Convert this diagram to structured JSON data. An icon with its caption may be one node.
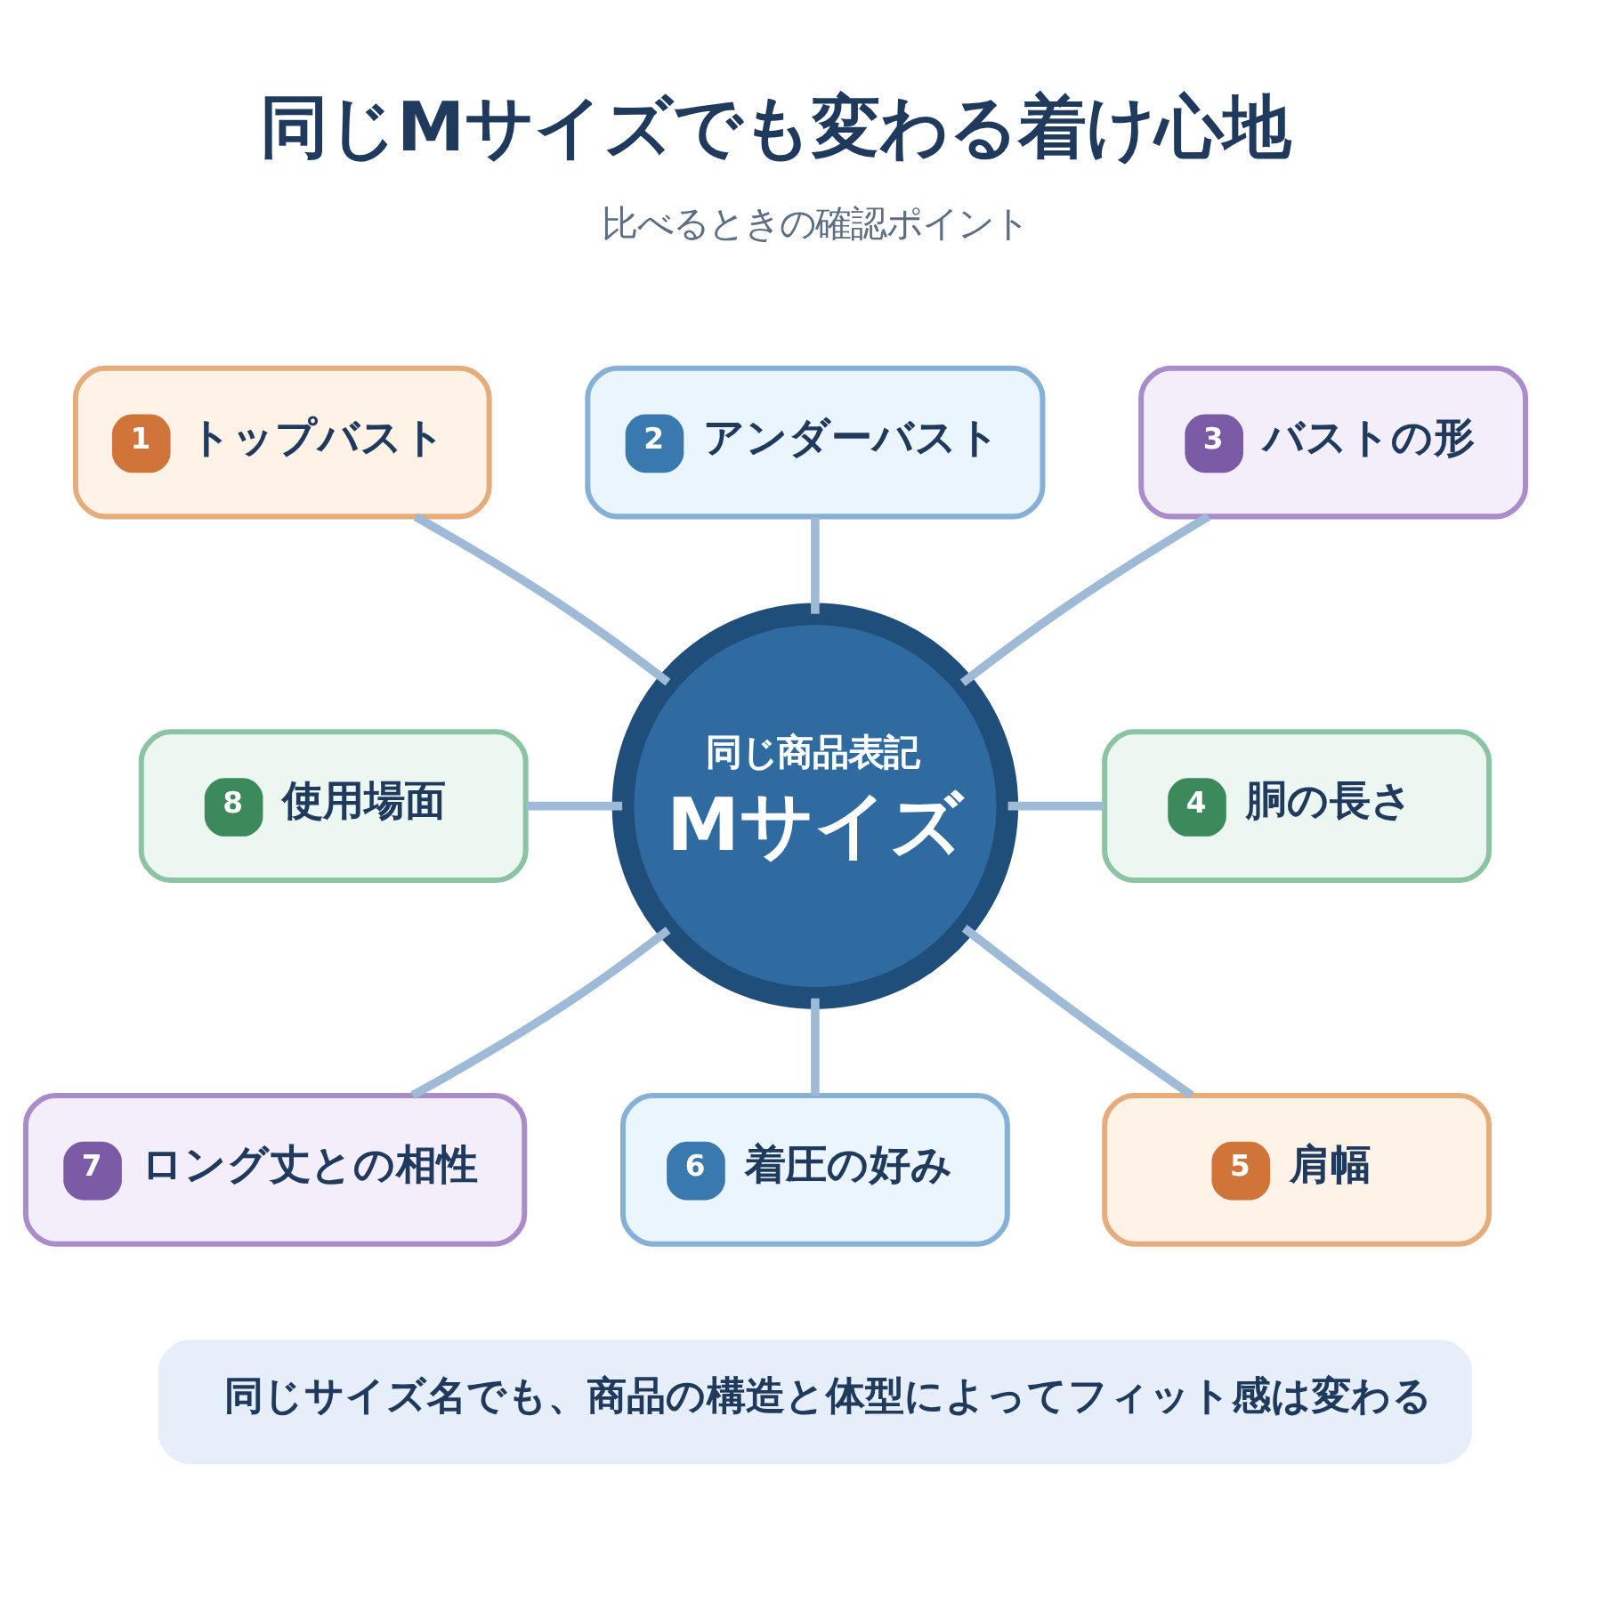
{
  "diagram": {
    "title": "同じMサイズでも変わる着け心地",
    "nodes": [
      {
        "text": [
          "1",
          "トップバスト"
        ]
      },
      {
        "text": [
          "2",
          "アンダーバスト"
        ]
      },
      {
        "text": [
          "3",
          "バストの形"
        ]
      },
      {
        "text": [
          "8",
          "使用場面"
        ]
      },
      {
        "text": [
          "同じ商品表記",
          "Mサイズ"
        ]
      },
      {
        "text": [
          "4",
          "胴の長さ"
        ]
      },
      {
        "text": [
          "7",
          "ロング丈との相性"
        ]
      },
      {
        "text": [
          "6",
          "着圧の好み"
        ]
      },
      {
        "text": [
          "5",
          "肩幅"
        ]
      },
      {
        "text": [
          "同じサイズ名でも、商品の構造と体型によってフィット感は変わる"
        ]
      }
    ],
    "edges": [
      {
        "from": 0,
        "to": 4,
        "arrow": "none"
      },
      {
        "from": 1,
        "to": 4,
        "arrow": "none"
      },
      {
        "from": 2,
        "to": 4,
        "arrow": "none"
      },
      {
        "from": 3,
        "to": 4,
        "arrow": "none"
      },
      {
        "from": 4,
        "to": 5,
        "arrow": "none"
      },
      {
        "from": 4,
        "to": 6,
        "arrow": "none"
      },
      {
        "from": 4,
        "to": 7,
        "arrow": "none"
      },
      {
        "from": 4,
        "to": 8,
        "arrow": "none"
      }
    ],
    "labels": [
      "比べるときの確認ポイント"
    ]
  }
}
